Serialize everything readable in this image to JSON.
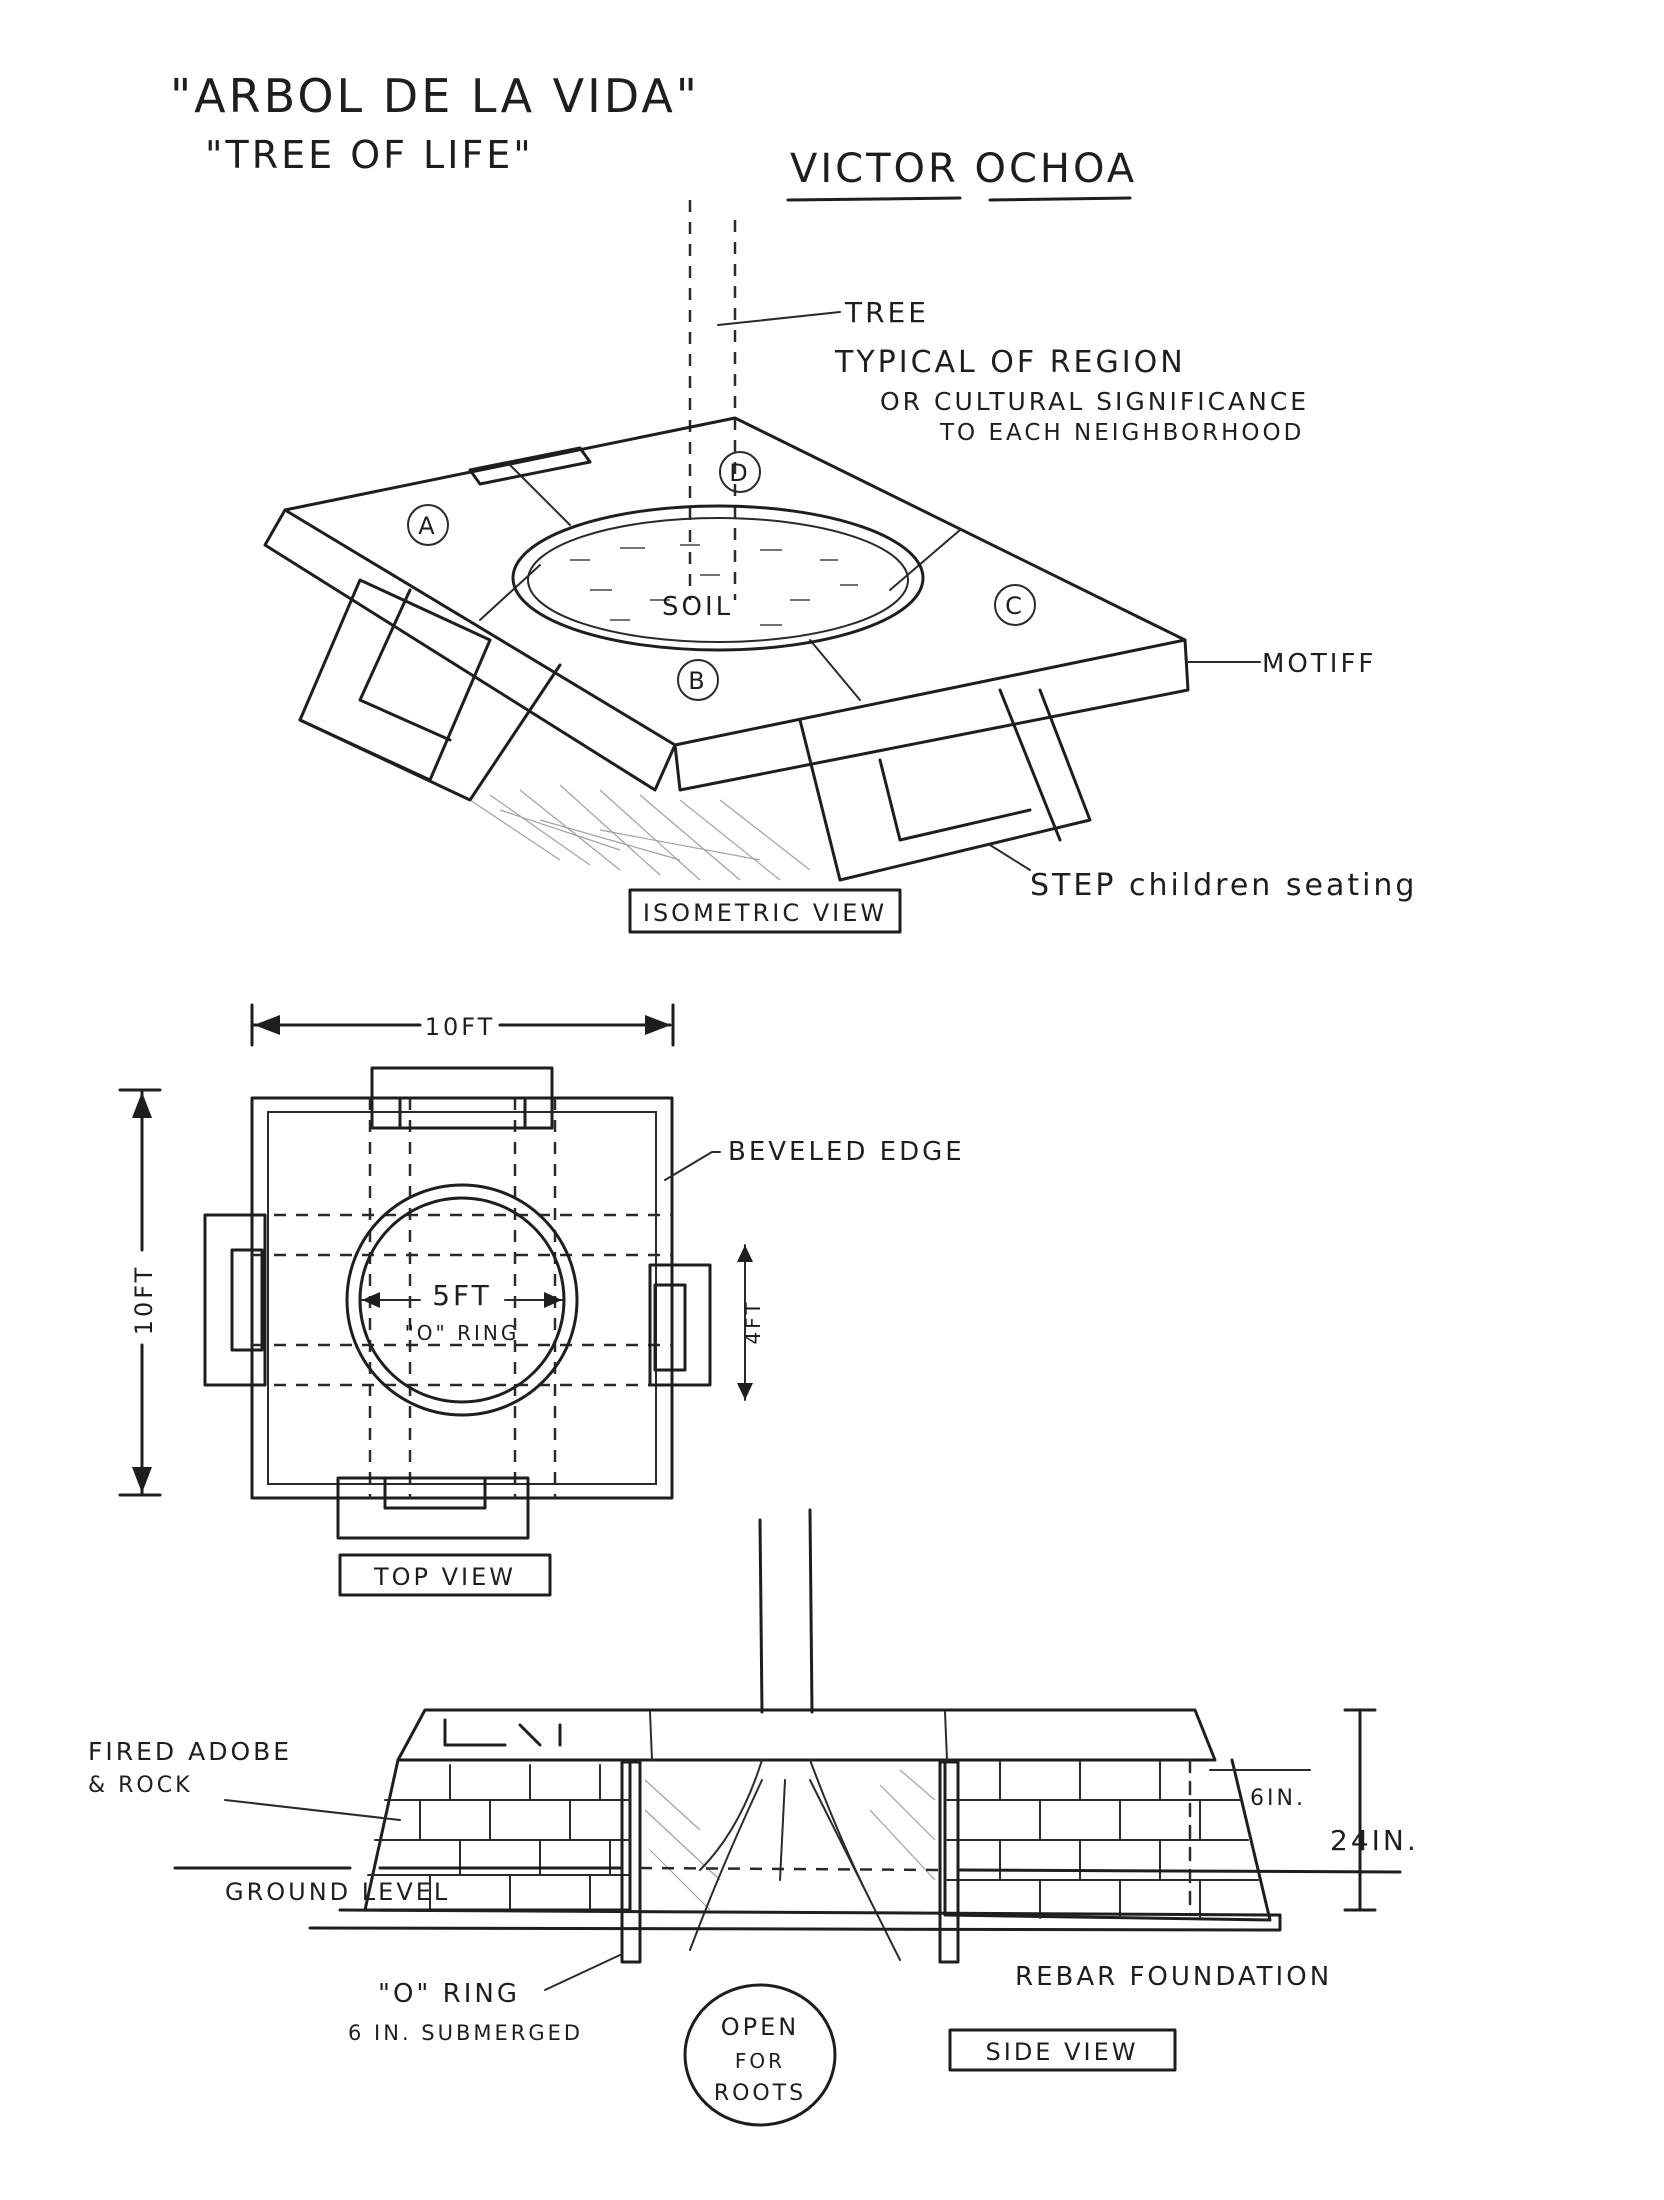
{
  "header": {
    "title_es": "\"ARBOL DE LA VIDA\"",
    "title_en": "\"TREE OF LIFE\"",
    "author": "VICTOR OCHOA"
  },
  "isometric": {
    "tree_label": "TREE",
    "tree_note_1": "TYPICAL OF REGION",
    "tree_note_2": "OR CULTURAL SIGNIFICANCE",
    "tree_note_3": "TO EACH NEIGHBORHOOD",
    "panel_a": "A",
    "panel_b": "B",
    "panel_c": "C",
    "panel_d": "D",
    "soil": "SOIL",
    "motiff": "MOTIFF",
    "step_note": "STEP children seating",
    "view_label": "ISOMETRIC VIEW"
  },
  "top_view": {
    "width_dim": "10FT",
    "height_dim": "10FT",
    "ring_dim": "5FT",
    "ring_label": "\"O\" RING",
    "step_dim": "4FT",
    "bevel_label": "BEVELED EDGE",
    "view_label": "TOP VIEW"
  },
  "side_view": {
    "adobe_label_1": "FIRED ADOBE",
    "adobe_label_2": "& ROCK",
    "ground_label": "GROUND LEVEL",
    "cap_dim": "6IN.",
    "total_dim": "24IN.",
    "ring_label_1": "\"O\" RING",
    "ring_label_2": "6 IN. SUBMERGED",
    "foundation_label": "REBAR FOUNDATION",
    "open_1": "OPEN",
    "open_2": "FOR",
    "open_3": "ROOTS",
    "view_label": "SIDE VIEW"
  }
}
